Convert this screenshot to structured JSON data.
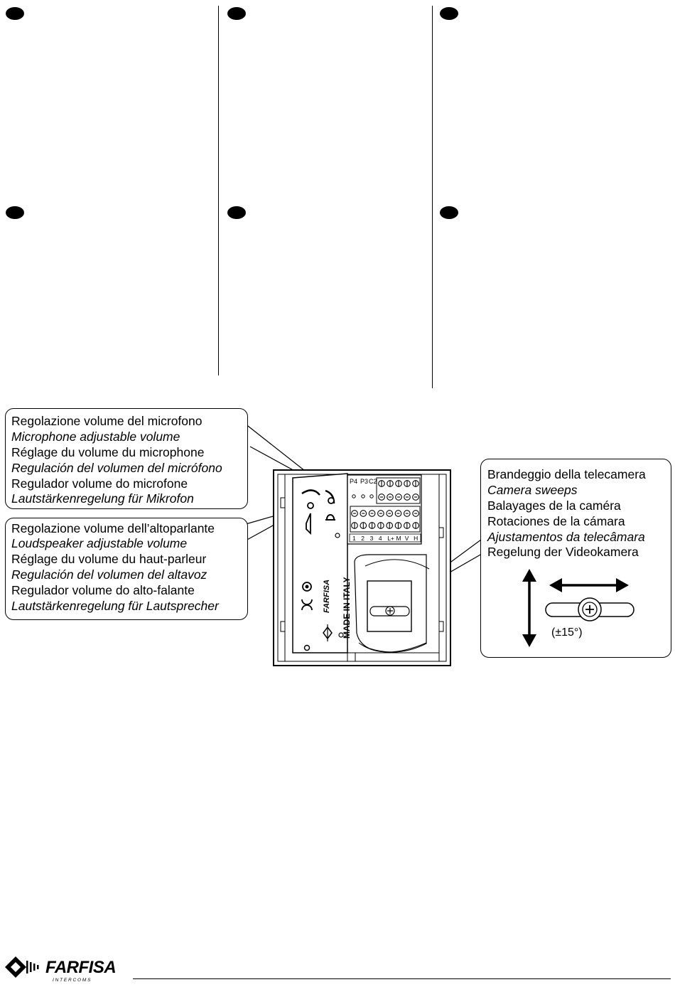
{
  "mic_callout": {
    "lines": [
      "Regolazione volume del microfono",
      "Microphone adjustable volume",
      "Réglage du volume du microphone",
      "Regulación del volumen del micrófono",
      "Regulador volume do microfone",
      "Lautstärkenregelung für Mikrofon"
    ]
  },
  "speaker_callout": {
    "lines": [
      "Regolazione volume dell’altoparlante",
      "Loudspeaker adjustable volume",
      "Réglage du volume du haut-parleur",
      "Regulación del volumen del altavoz",
      "Regulador volume do alto-falante",
      "Lautstärkenregelung für Lautsprecher"
    ]
  },
  "camera_callout": {
    "lines": [
      "Brandeggio della telecamera",
      "Camera sweeps",
      "Balayages de la caméra",
      "Rotaciones de la cámara",
      "Ajustamentos da telecâmara",
      "Regelung der Videokamera"
    ],
    "angle_label": "(±15°)"
  },
  "device": {
    "terminal_top_labels": [
      "P4",
      "P3",
      "C2"
    ],
    "terminal_bottom_labels": [
      "1",
      "2",
      "3",
      "4",
      "L+",
      "M",
      "V",
      "H"
    ],
    "made_in": "MADE IN ITALY",
    "brand_mark": "FARFISA"
  },
  "footer": {
    "logo_text": "FARFISA",
    "logo_subtext": "I N T E R C O M S"
  }
}
